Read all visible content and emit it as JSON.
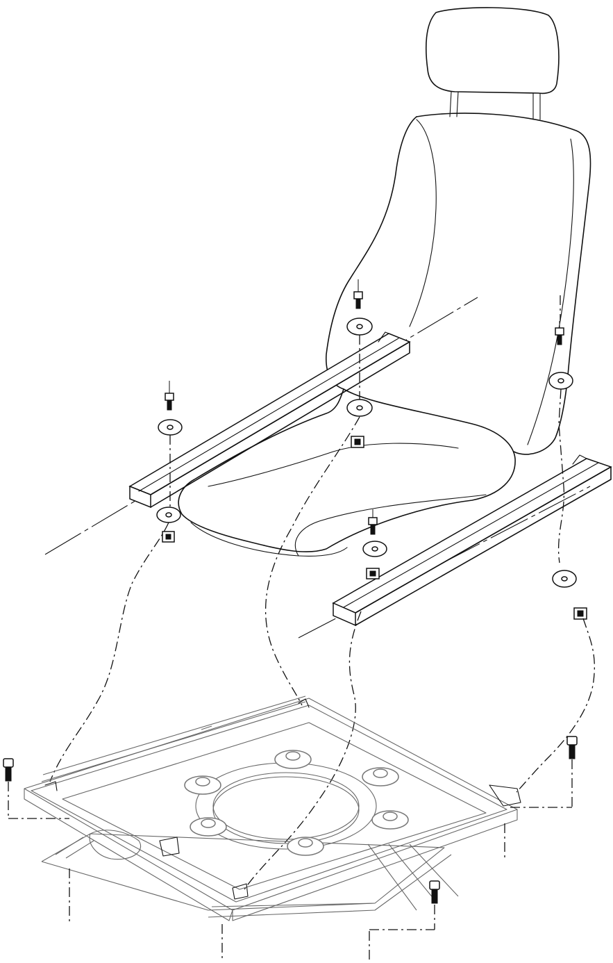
{
  "figure": {
    "subject": "seat-swivel-mount-exploded-diagram"
  },
  "parts": {
    "seat": {
      "icon": "car-seat-icon"
    },
    "rails": [
      {
        "icon": "seat-rail-icon"
      },
      {
        "icon": "seat-rail-icon"
      }
    ],
    "fasteners": [
      {
        "icon": "bolt-icon"
      },
      {
        "icon": "bolt-icon"
      },
      {
        "icon": "bolt-icon"
      },
      {
        "icon": "bolt-icon"
      },
      {
        "icon": "washer-icon"
      },
      {
        "icon": "nut-icon"
      }
    ],
    "swivel_base": {
      "icon": "swivel-plate-icon",
      "bearing_bolts": 6
    },
    "floor_bolts": 4
  }
}
